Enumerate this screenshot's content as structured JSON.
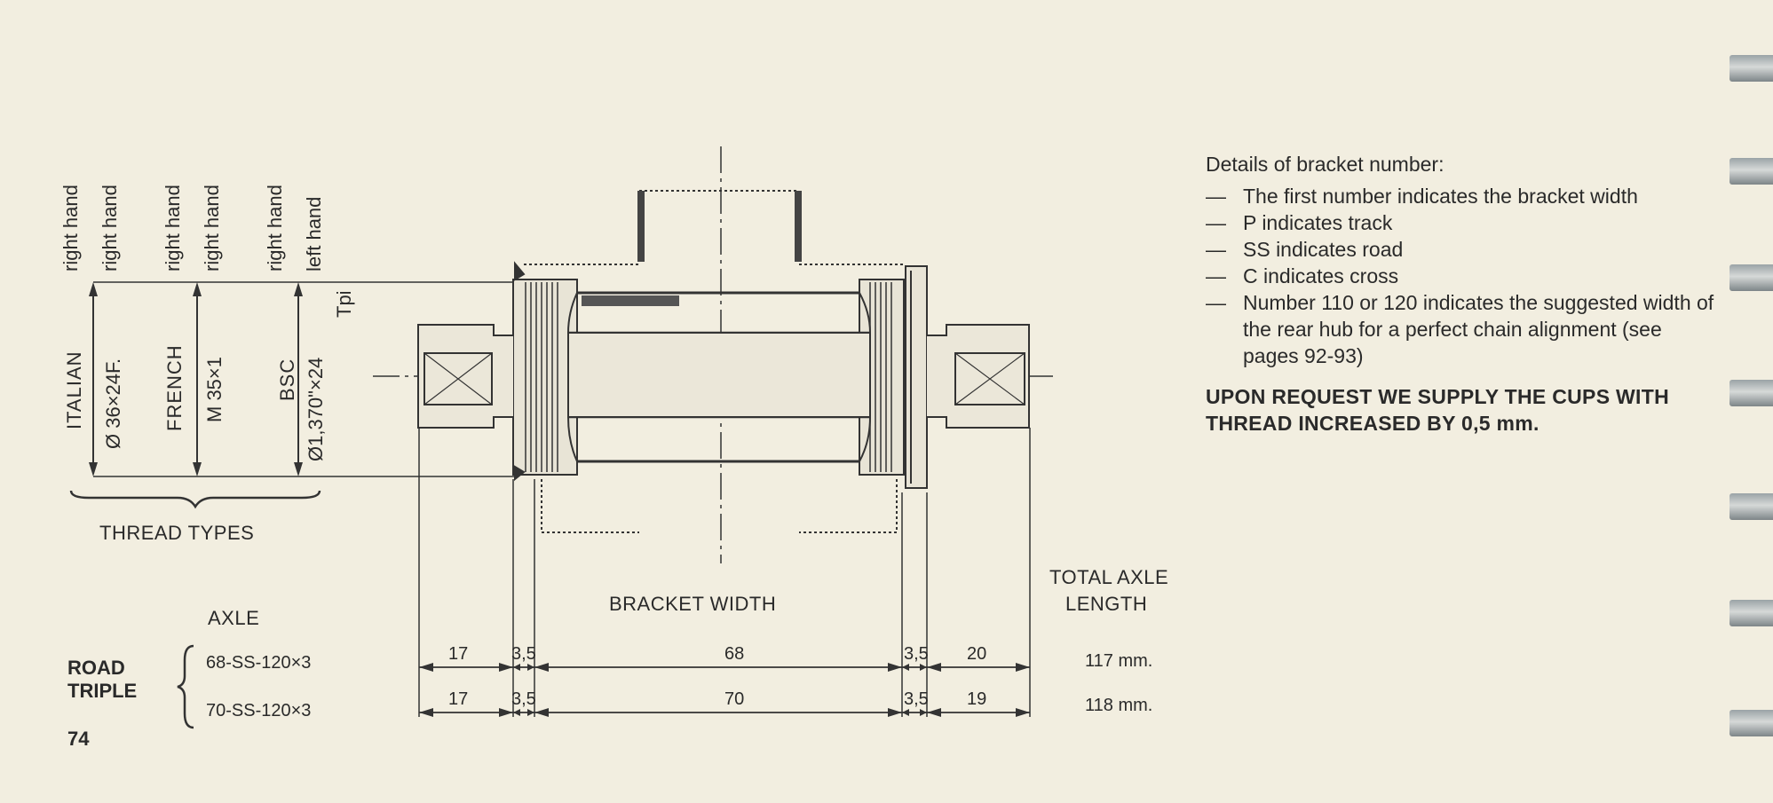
{
  "thread_types": {
    "italian": {
      "name": "ITALIAN",
      "spec": "Ø 36×24F.",
      "left_cup": "right hand",
      "right_cup": "right hand"
    },
    "french": {
      "name": "FRENCH",
      "spec": "M 35×1",
      "left_cup": "right hand",
      "right_cup": "right hand"
    },
    "bsc": {
      "name": "BSC",
      "spec": "Ø1,370\"×24",
      "spec_unit": "Tpi",
      "left_cup": "right hand",
      "right_cup": "left hand"
    },
    "caption": "THREAD TYPES"
  },
  "labels": {
    "bracket_width": "BRACKET WIDTH",
    "total_axle_1": "TOTAL AXLE",
    "total_axle_2": "LENGTH",
    "axle": "AXLE"
  },
  "group": {
    "line1": "ROAD",
    "line2": "TRIPLE"
  },
  "rows": [
    {
      "axle": "68-SS-120×3",
      "left": "17",
      "cup_l": "3,5",
      "width": "68",
      "cup_r": "3,5",
      "right": "20",
      "total": "117 mm."
    },
    {
      "axle": "70-SS-120×3",
      "left": "17",
      "cup_l": "3,5",
      "width": "70",
      "cup_r": "3,5",
      "right": "19",
      "total": "118 mm."
    }
  ],
  "details": {
    "title": "Details of bracket number:",
    "items": [
      {
        "dash": "—",
        "text": "The first number indicates the bracket width"
      },
      {
        "dash": "—",
        "text": "P   indicates track"
      },
      {
        "dash": "—",
        "text": "SS indicates road"
      },
      {
        "dash": "—",
        "text": "C   indicates cross"
      },
      {
        "dash": "—",
        "text": "Number 110 or 120 indicates the suggested width of the rear hub for a perfect chain alignment (see pages 92-93)"
      }
    ],
    "note": "UPON REQUEST WE SUPPLY THE CUPS WITH THREAD INCREASED BY 0,5 mm."
  },
  "page_number": "74"
}
